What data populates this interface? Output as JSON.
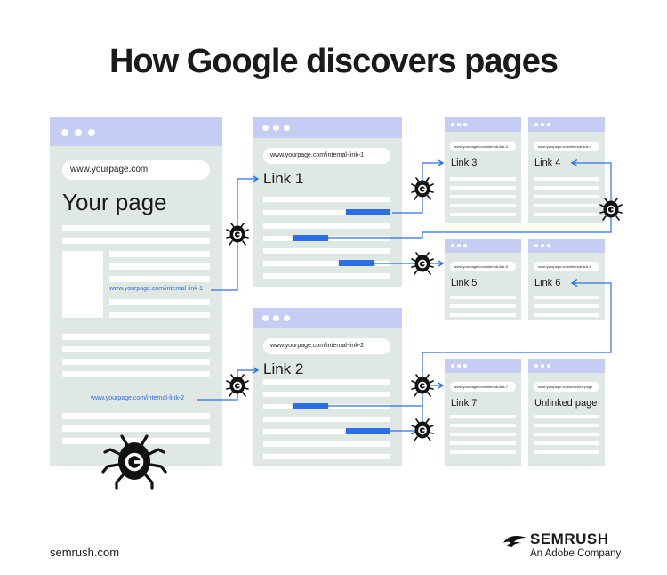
{
  "title": "How Google discovers pages",
  "main_page": {
    "url": "www.yourpage.com",
    "heading": "Your page",
    "link_1": "www.yourpage.com/internal-link-1",
    "link_2": "www.yourpage.com/internal-link-2"
  },
  "link1_page": {
    "url": "www.yourpage.com/internal-link-1",
    "heading": "Link 1"
  },
  "link2_page": {
    "url": "www.yourpage.com/internal-link-2",
    "heading": "Link 2"
  },
  "small_pages": [
    {
      "url": "www.yourpage.com/internal-link-3",
      "heading": "Link 3"
    },
    {
      "url": "www.yourpage.com/internal-link-4",
      "heading": "Link 4"
    },
    {
      "url": "www.yourpage.com/internal-link-5",
      "heading": "Link 5"
    },
    {
      "url": "www.yourpage.com/internal-link-6",
      "heading": "Link 6"
    },
    {
      "url": "www.yourpage.com/internal-link-7",
      "heading": "Link 7"
    },
    {
      "url": "www.yourpage.com/unlinked-page",
      "heading": "Unlinked page"
    }
  ],
  "crawler_icon": "google-crawler-bug-icon",
  "colors": {
    "page": "#dfe8e2",
    "bar": "#c6cdf5",
    "link": "#2d6ee6",
    "bug": "#111111"
  },
  "footer": {
    "site": "semrush.com",
    "brand": "SEMRUSH",
    "brand_sub": "An Adobe Company"
  }
}
